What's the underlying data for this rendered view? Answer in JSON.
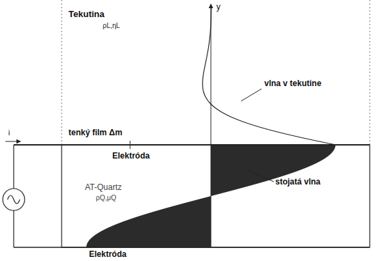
{
  "diagram": {
    "labels": [
      "y",
      "Tekutina",
      "ρL,ηL",
      "vlna v tekutine",
      "i",
      "tenký film Δm",
      "Elektróda",
      "AT-Quartz",
      "ρQ,μQ",
      "stojatá vlna",
      "Elektróda"
    ]
  }
}
